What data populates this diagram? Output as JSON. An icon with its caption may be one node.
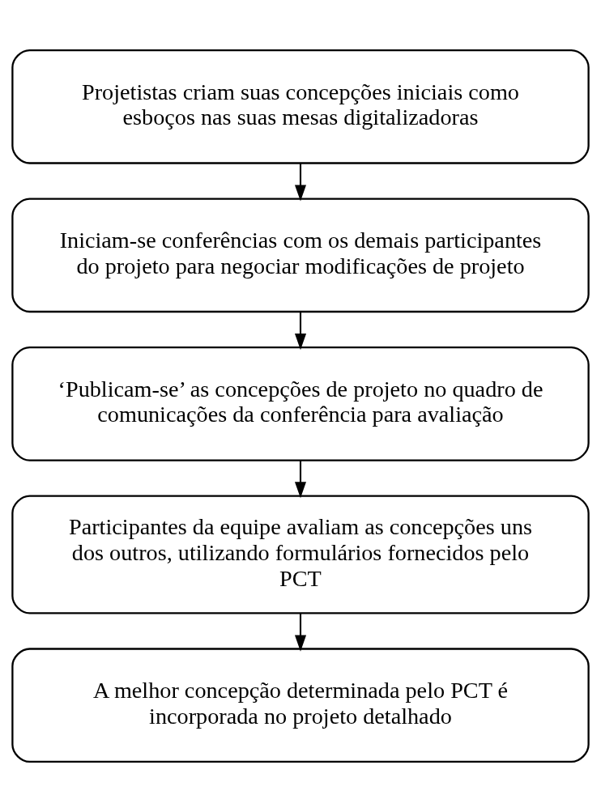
{
  "diagram": {
    "nodes": [
      {
        "text": [
          "Projetistas criam suas concepções iniciais como esboços nas suas mesas digitalizadoras"
        ]
      },
      {
        "text": [
          "Iniciam-se conferências com os demais participantes do projeto para negociar modificações de projeto"
        ]
      },
      {
        "text": [
          "‘Publicam-se’ as concepções de projeto no quadro de comunicações da conferência para avaliação"
        ]
      },
      {
        "text": [
          "Participantes da equipe avaliam as concepções uns dos outros, utilizando formulários fornecidos pelo PCT"
        ]
      },
      {
        "text": [
          "A melhor concepção determinada pelo PCT é incorporada no projeto detalhado"
        ]
      }
    ],
    "edges": [
      {
        "from": 0,
        "to": 1,
        "arrow": "to"
      },
      {
        "from": 1,
        "to": 2,
        "arrow": "to"
      },
      {
        "from": 2,
        "to": 3,
        "arrow": "to"
      },
      {
        "from": 3,
        "to": 4,
        "arrow": "to"
      }
    ]
  }
}
